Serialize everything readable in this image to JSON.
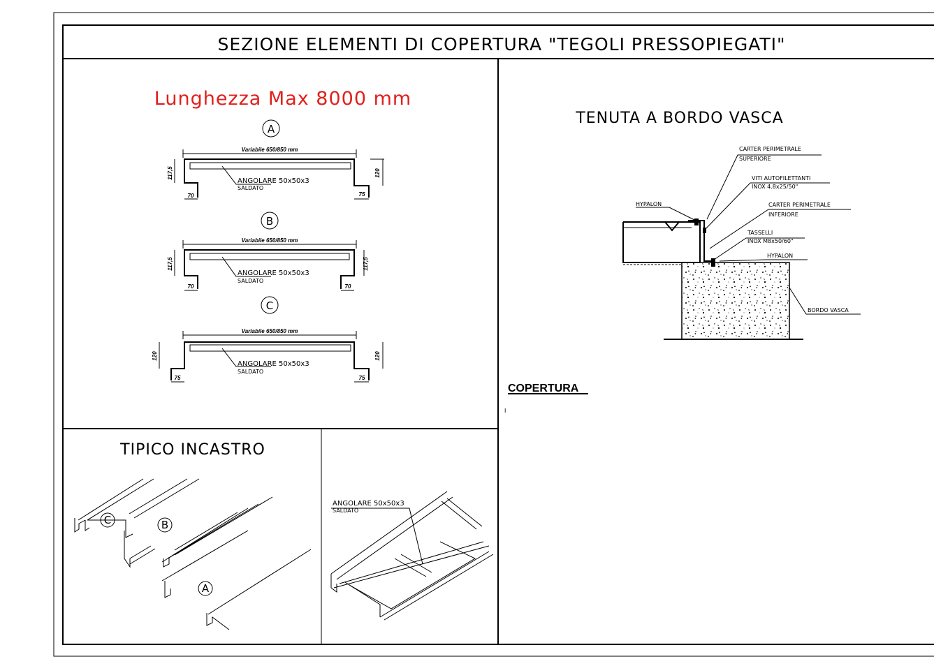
{
  "title": "SEZIONE ELEMENTI DI COPERTURA \"TEGOLI PRESSOPIEGATI\"",
  "left_panel": {
    "max_length": "Lunghezza Max 8000 mm",
    "profiles": [
      {
        "letter": "A",
        "width_label": "Variabile 650/850 mm",
        "left_height": "117,5",
        "right_height": "120",
        "left_flange": "70",
        "right_flange": "75",
        "angle_label": "ANGOLARE 50x50x3",
        "weld_label": "SALDATO"
      },
      {
        "letter": "B",
        "width_label": "Variabile 650/850 mm",
        "left_height": "117,5",
        "right_height": "117,5",
        "left_flange": "70",
        "right_flange": "70",
        "angle_label": "ANGOLARE 50x50x3",
        "weld_label": "SALDATO"
      },
      {
        "letter": "C",
        "width_label": "Variabile 650/850 mm",
        "left_height": "120",
        "right_height": "120",
        "left_flange": "75",
        "right_flange": "75",
        "angle_label": "ANGOLARE 50x50x3",
        "weld_label": "SALDATO"
      }
    ]
  },
  "incastro": {
    "title": "TIPICO INCASTRO",
    "labels": [
      "C",
      "B",
      "A"
    ]
  },
  "iso_detail": {
    "angle_label": "ANGOLARE 50x50x3",
    "weld_label": "SALDATO"
  },
  "bordo": {
    "title": "TENUTA A BORDO VASCA",
    "hypalon_top": "HYPALON",
    "carter_sup_1": "CARTER PERIMETRALE",
    "carter_sup_2": "SUPERIORE",
    "viti_1": "VITI AUTOFILETTANTI",
    "viti_2": "INOX 4.8x25/50\"",
    "carter_inf_1": "CARTER PERIMETRALE",
    "carter_inf_2": "INFERIORE",
    "tasselli_1": "TASSELLI",
    "tasselli_2": "INOX M8x50/60\"",
    "hypalon_bottom": "HYPALON",
    "bordo_vasca": "BORDO VASCA"
  },
  "copertura": {
    "heading": "COPERTURA",
    "mark": "I"
  }
}
